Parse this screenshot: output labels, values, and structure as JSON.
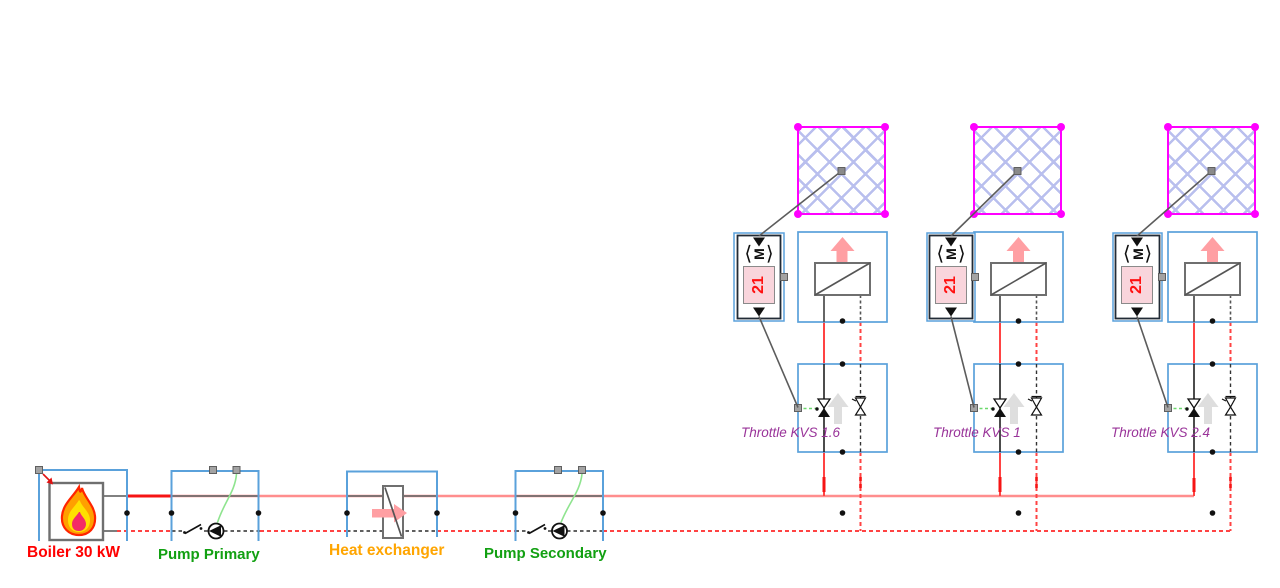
{
  "scheme": {
    "components": {
      "boiler": {
        "label": "Boiler 30 kW"
      },
      "pump_primary": {
        "label": "Pump Primary"
      },
      "heat_exchanger": {
        "label": "Heat exchanger"
      },
      "pump_secondary": {
        "label": "Pump Secondary"
      }
    },
    "controller": {
      "bracket_left": "⟨",
      "motor_symbol": "M",
      "bracket_right": "⟩",
      "value": "21"
    },
    "branches": [
      {
        "throttle_label": "Throttle KVS 1.6"
      },
      {
        "throttle_label": "Throttle KVS 1"
      },
      {
        "throttle_label": "Throttle KVS 2.4"
      }
    ],
    "colors": {
      "frame_blue": "#5aa1db",
      "supply_pipe": "#ff8d8d",
      "hot_segment": "#f61414",
      "return_pipe": "#ff4343",
      "internal_pipe": "#6f6f6f",
      "control_green": "#8fe48f",
      "radiator_magenta": "#ff00ff",
      "crosshatch": "#b9bfee",
      "label_red": "#ff0000",
      "label_green": "#12a012",
      "label_orange": "#ffa500",
      "label_purple": "#993399",
      "heater_arrow_pink": "#ff9fa3",
      "valve_arrow_gray": "#dedede"
    }
  }
}
